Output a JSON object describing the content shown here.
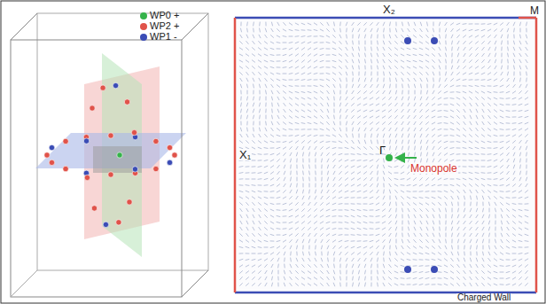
{
  "diagram": {
    "labels": [
      "X₂",
      "M",
      "X₁",
      "Γ",
      "Monopole",
      "Charged Wall"
    ],
    "legend": [
      {
        "text": "WP0 +",
        "color": "#35b24a"
      },
      {
        "text": "WP2 +",
        "color": "#e0534a"
      },
      {
        "text": "WP1 -",
        "color": "#3b4cb5"
      }
    ]
  }
}
